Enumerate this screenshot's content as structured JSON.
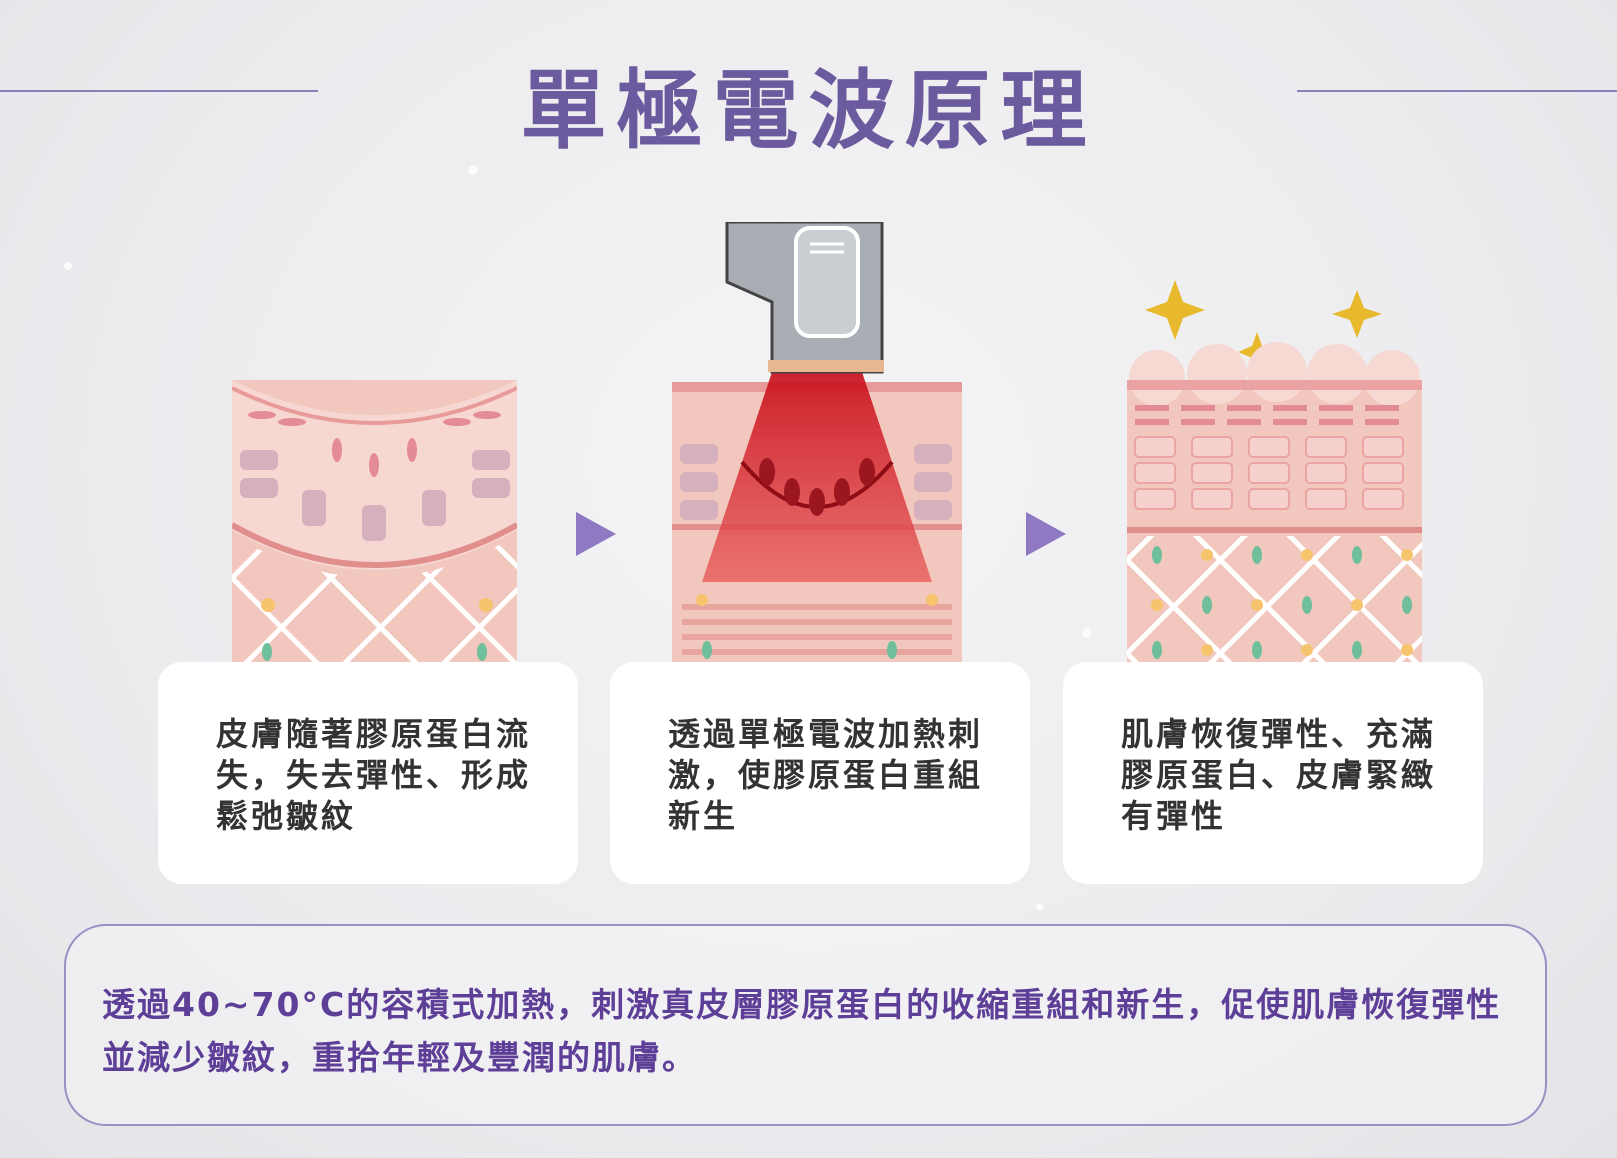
{
  "title": "單極電波原理",
  "steps": [
    {
      "text": "皮膚隨著膠原蛋白流失，失去彈性、形成鬆弛皺紋",
      "illustration": "sagging-skin-icon"
    },
    {
      "text": "透過單極電波加熱刺激，使膠原蛋白重組新生",
      "illustration": "rf-heating-skin-icon"
    },
    {
      "text": "肌膚恢復彈性、充滿膠原蛋白、皮膚緊緻有彈性",
      "illustration": "firm-skin-icon"
    }
  ],
  "summary": "透過40~70°C的容積式加熱，刺激真皮層膠原蛋白的收縮重組和新生，促使肌膚恢復彈性並減少皺紋，重拾年輕及豐潤的肌膚。",
  "colors": {
    "title": "#6b5a9e",
    "summary_text": "#5e3f98",
    "summary_border": "#9b8fc4",
    "skin_pink": "#f3c3bd",
    "heat_red": "#d8101c",
    "sparkle": "#e8b92c",
    "arrow": "#8e79c2"
  }
}
